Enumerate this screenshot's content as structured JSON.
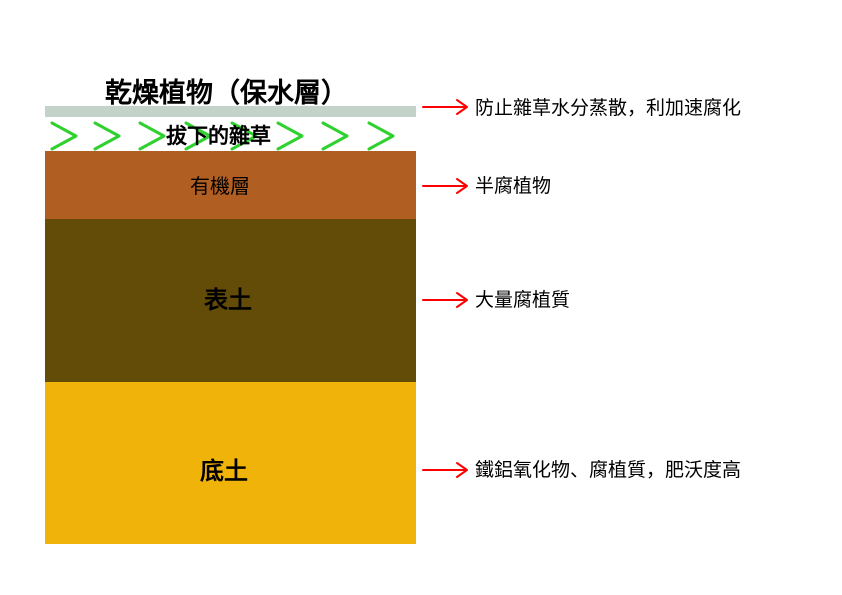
{
  "diagram": {
    "mulch_title": "乾燥植物（保水層）",
    "weeds_label": "拔下的雜草",
    "layers": {
      "organic": {
        "name": "有機層",
        "color": "#b05e22"
      },
      "topsoil": {
        "name": "表土",
        "color": "#634c08"
      },
      "subsoil": {
        "name": "底土",
        "color": "#f0b30a"
      }
    },
    "mulch_bar_color": "#c3d3c9",
    "weed_color": "#2ed12e",
    "arrow_color": "#ff0000",
    "annotations": [
      "防止雜草水分蒸散，利加速腐化",
      "半腐植物",
      "大量腐植質",
      "鐵鋁氧化物、腐植質，肥沃度高"
    ]
  }
}
